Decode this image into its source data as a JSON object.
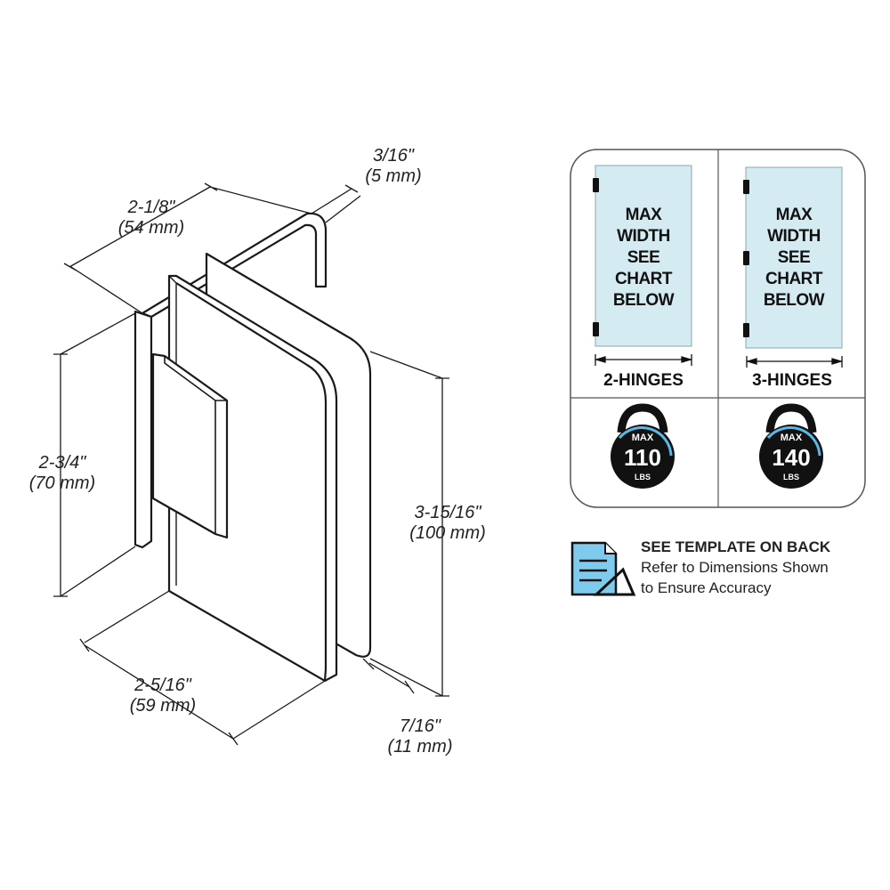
{
  "dimensions": {
    "glass_thickness": {
      "imperial": "3/16\"",
      "metric": "(5 mm)"
    },
    "depth": {
      "imperial": "2-1/8\"",
      "metric": "(54 mm)"
    },
    "wall_plate_height": {
      "imperial": "2-3/4\"",
      "metric": "(70 mm)"
    },
    "glass_plate_height": {
      "imperial": "3-15/16\"",
      "metric": "(100 mm)"
    },
    "glass_plate_width": {
      "imperial": "2-5/16\"",
      "metric": "(59 mm)"
    },
    "plate_thickness": {
      "imperial": "7/16\"",
      "metric": "(11 mm)"
    }
  },
  "panels": [
    {
      "glass_text": [
        "MAX",
        "WIDTH",
        "SEE",
        "CHART",
        "BELOW"
      ],
      "label": "2-HINGES",
      "weight": {
        "top": "MAX",
        "value": "110",
        "unit": "LBS"
      }
    },
    {
      "glass_text": [
        "MAX",
        "WIDTH",
        "SEE",
        "CHART",
        "BELOW"
      ],
      "label": "3-HINGES",
      "weight": {
        "top": "MAX",
        "value": "140",
        "unit": "LBS"
      }
    }
  ],
  "template_note": {
    "title": "SEE TEMPLATE ON BACK",
    "line1": "Refer to Dimensions Shown",
    "line2": "to Ensure Accuracy"
  },
  "colors": {
    "glass": "#d5ebf2",
    "accent_blue": "#5bb8e6",
    "ink": "#1a1a1a"
  }
}
